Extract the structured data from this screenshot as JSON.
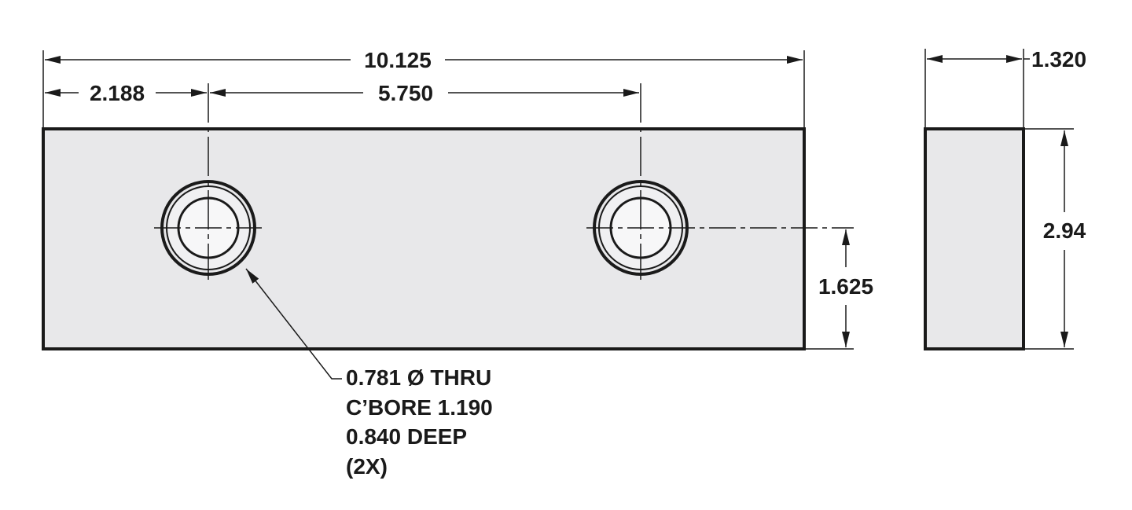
{
  "front_view": {
    "dimensions": {
      "overall_length": "10.125",
      "edge_to_first_hole": "2.188",
      "hole_spacing": "5.750",
      "hole_height": "1.625"
    }
  },
  "side_view": {
    "dimensions": {
      "thickness": "1.320",
      "height": "2.94"
    }
  },
  "hole_callout": {
    "line1": "0.781 Ø THRU",
    "line2": "C’BORE 1.190",
    "line3": "0.840 DEEP",
    "line4": "(2X)"
  },
  "colors": {
    "part_fill": "#e8e8ea",
    "outline": "#1a1a1a",
    "hole_fill": "#f7f7f8"
  }
}
